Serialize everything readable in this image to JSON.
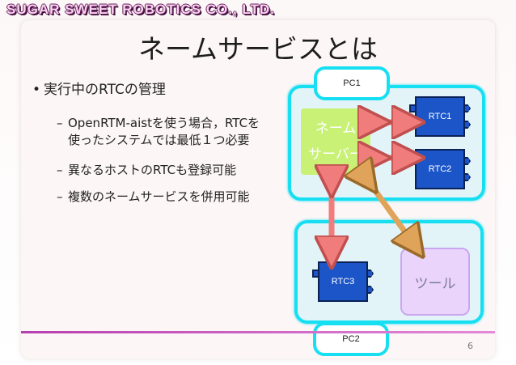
{
  "header": {
    "brand": "SUGAR SWEET ROBOTICS CO., LTD."
  },
  "slide": {
    "title": "ネームサービスとは",
    "bullet": "実行中のRTCの管理",
    "subitems": [
      {
        "line1": "OpenRTM-aistを使う場合，RTCを",
        "line2": "使ったシステムでは最低１つ必要"
      },
      {
        "line1": "異なるホストのRTCも登録可能"
      },
      {
        "line1": "複数のネームサービスを併用可能"
      }
    ],
    "page_number": "6"
  },
  "diagram": {
    "pc1_label": "PC1",
    "pc2_label": "PC2",
    "name_server_line1": "ネーム",
    "name_server_line2": "サーバー",
    "rtc1": "RTC1",
    "rtc2": "RTC2",
    "rtc3": "RTC3",
    "tool": "ツール",
    "colors": {
      "pc_border": "#17dff2",
      "name_server": "#c8f176",
      "rtc": "#1b55c8",
      "arrow_red": "#f07c7c",
      "arrow_brown": "#e0a35a"
    }
  }
}
